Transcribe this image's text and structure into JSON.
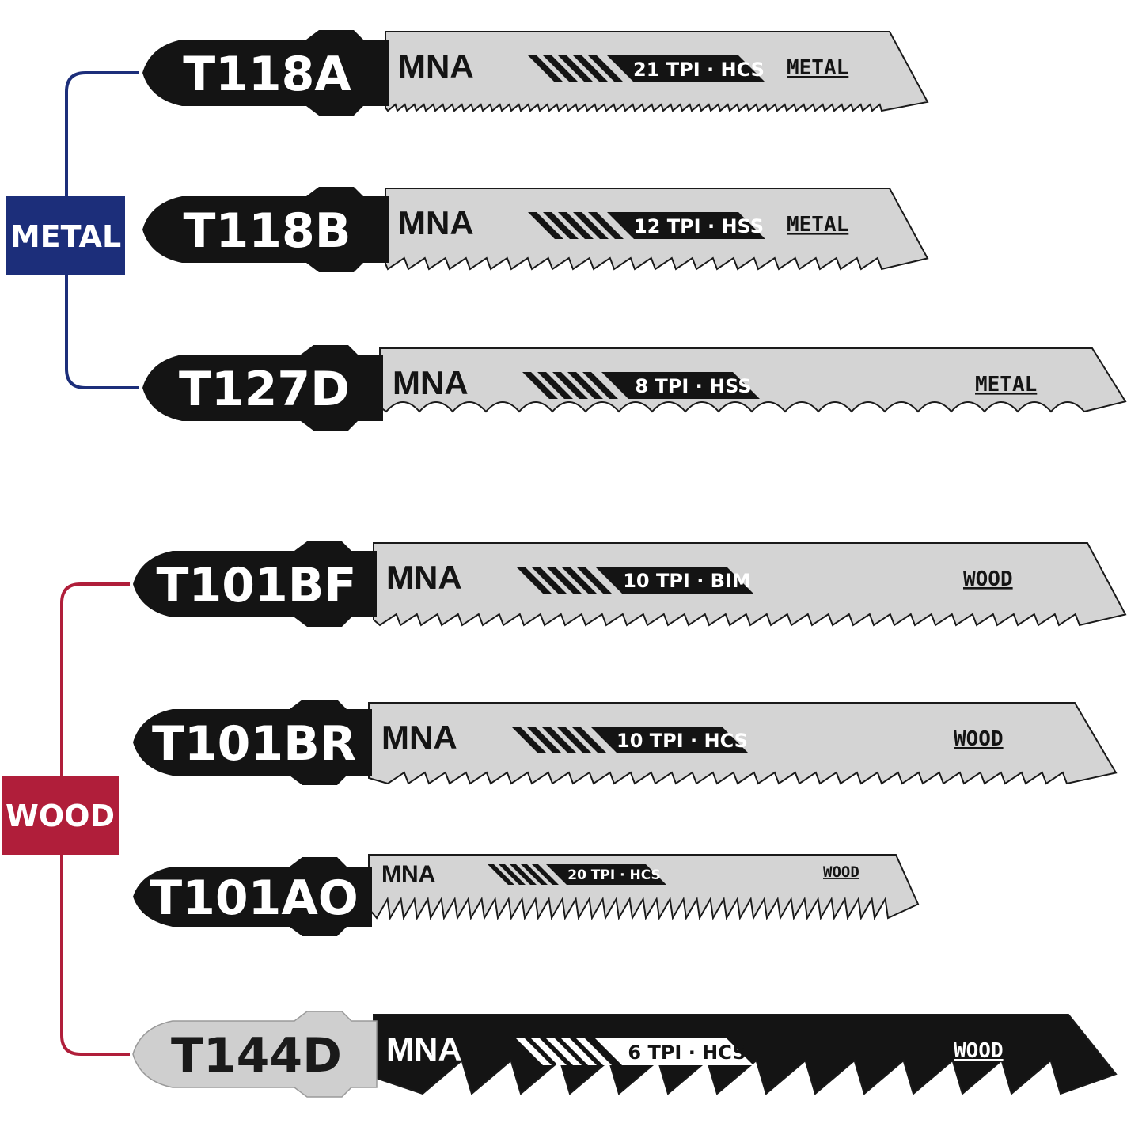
{
  "colors": {
    "metal": "#1c2e7a",
    "wood": "#b01e3a",
    "blade_light": "#d4d4d4",
    "shank_dark": "#141414",
    "shank_light": "#cfcfcf"
  },
  "groups": [
    {
      "label": "METAL",
      "color": "#1c2e7a"
    },
    {
      "label": "WOOD",
      "color": "#b01e3a"
    }
  ],
  "blades": [
    {
      "code": "T118A",
      "brand": "MNA",
      "spec": "21 TPI · HCS",
      "material": "METAL",
      "group": 0,
      "teeth": "fine",
      "inverted": false
    },
    {
      "code": "T118B",
      "brand": "MNA",
      "spec": "12 TPI · HSS",
      "material": "METAL",
      "group": 0,
      "teeth": "medium",
      "inverted": false
    },
    {
      "code": "T127D",
      "brand": "MNA",
      "spec": "8 TPI · HSS",
      "material": "METAL",
      "group": 0,
      "teeth": "wave",
      "inverted": false
    },
    {
      "code": "T101BF",
      "brand": "MNA",
      "spec": "10 TPI · BIM",
      "material": "WOOD",
      "group": 1,
      "teeth": "medium",
      "inverted": false
    },
    {
      "code": "T101BR",
      "brand": "MNA",
      "spec": "10 TPI · HCS",
      "material": "WOOD",
      "group": 1,
      "teeth": "medium",
      "inverted": false
    },
    {
      "code": "T101AO",
      "brand": "MNA",
      "spec": "20 TPI · HCS",
      "material": "WOOD",
      "group": 1,
      "teeth": "sharp",
      "inverted": false
    },
    {
      "code": "T144D",
      "brand": "MNA",
      "spec": "6 TPI · HCS",
      "material": "WOOD",
      "group": 1,
      "teeth": "coarse",
      "inverted": true
    }
  ]
}
